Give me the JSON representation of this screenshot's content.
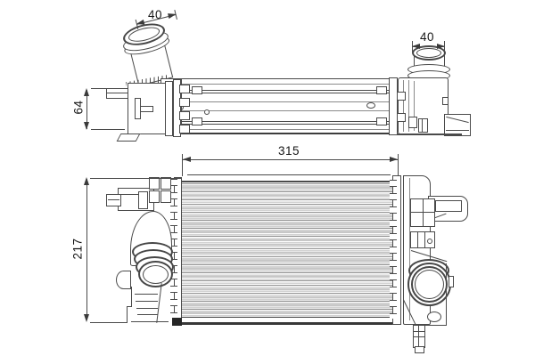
{
  "colors": {
    "background": "#ffffff",
    "line": "#4a4a4a",
    "fin_light": "#d2d2d2",
    "fin_dark": "#8f8f8f",
    "text": "#161616"
  },
  "dimensions": {
    "top_left_port_diameter": "40",
    "top_right_port_diameter": "40",
    "depth": "64",
    "core_width": "315",
    "core_height": "217"
  }
}
